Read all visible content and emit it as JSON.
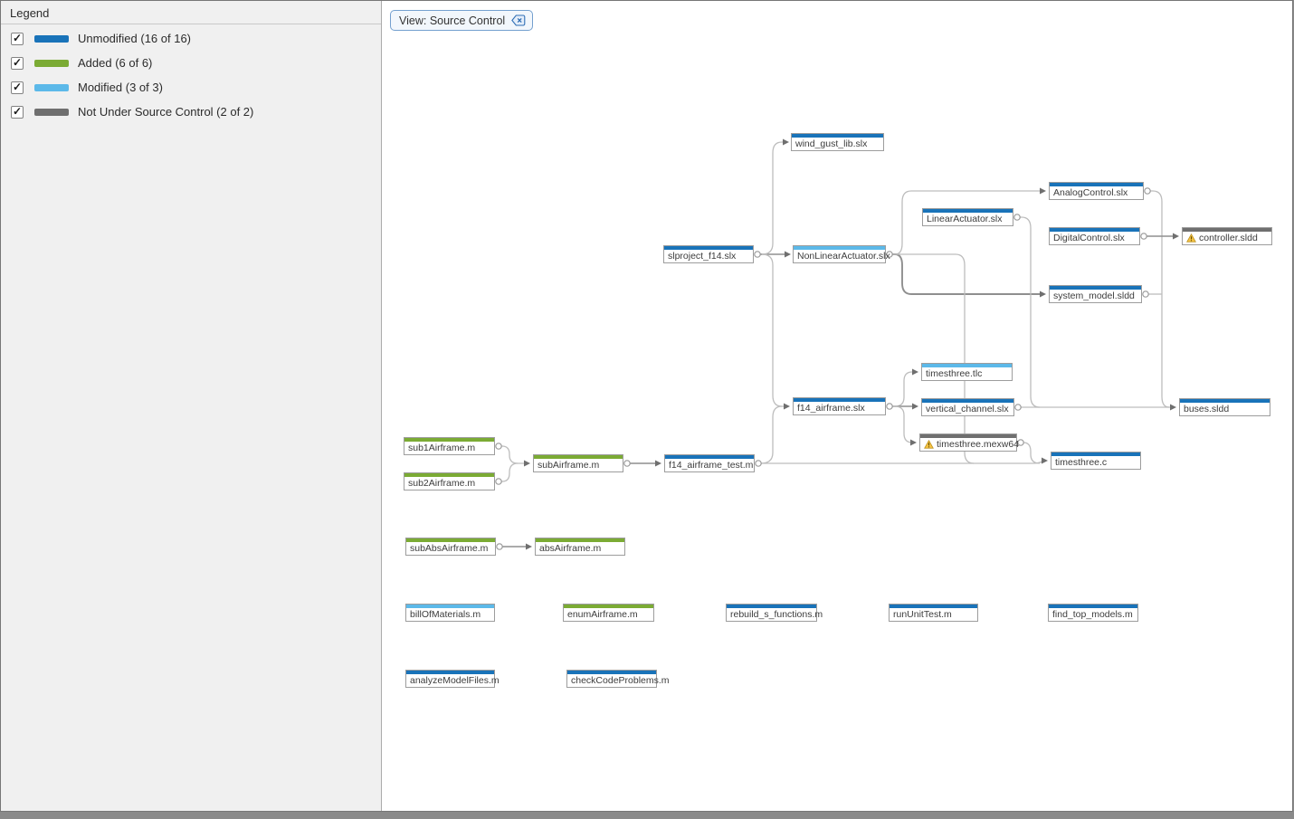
{
  "legend": {
    "title": "Legend",
    "items": [
      {
        "label": "Unmodified (16 of 16)",
        "status": "unmodified",
        "checked": true
      },
      {
        "label": "Added (6 of 6)",
        "status": "added",
        "checked": true
      },
      {
        "label": "Modified (3 of 3)",
        "status": "modified",
        "checked": true
      },
      {
        "label": "Not Under Source Control (2 of 2)",
        "status": "untracked",
        "checked": true
      }
    ]
  },
  "status_colors": {
    "unmodified": "#1973b9",
    "added": "#7bab34",
    "modified": "#5cb9e9",
    "untracked": "#6f6f6f"
  },
  "toolbar": {
    "view_chip_label": "View: Source Control",
    "close_icon": "backspace-x-icon"
  },
  "graph": {
    "nodes": [
      {
        "id": "wind_gust_lib",
        "label": "wind_gust_lib.slx",
        "status": "unmodified",
        "warning": false
      },
      {
        "id": "analog_control",
        "label": "AnalogControl.slx",
        "status": "unmodified",
        "warning": false
      },
      {
        "id": "linear_actuator",
        "label": "LinearActuator.slx",
        "status": "unmodified",
        "warning": false
      },
      {
        "id": "digital_control",
        "label": "DigitalControl.slx",
        "status": "unmodified",
        "warning": false
      },
      {
        "id": "controller_sldd",
        "label": "controller.sldd",
        "status": "untracked",
        "warning": true
      },
      {
        "id": "slproject_f14",
        "label": "slproject_f14.slx",
        "status": "unmodified",
        "warning": false
      },
      {
        "id": "nonlinear_actuator",
        "label": "NonLinearActuator.slx",
        "status": "modified",
        "warning": false
      },
      {
        "id": "system_model",
        "label": "system_model.sldd",
        "status": "unmodified",
        "warning": false
      },
      {
        "id": "timesthree_tlc",
        "label": "timesthree.tlc",
        "status": "modified",
        "warning": false
      },
      {
        "id": "f14_airframe",
        "label": "f14_airframe.slx",
        "status": "unmodified",
        "warning": false
      },
      {
        "id": "vertical_channel",
        "label": "vertical_channel.slx",
        "status": "unmodified",
        "warning": false
      },
      {
        "id": "buses_sldd",
        "label": "buses.sldd",
        "status": "unmodified",
        "warning": false
      },
      {
        "id": "timesthree_mexw64",
        "label": "timesthree.mexw64",
        "status": "untracked",
        "warning": true
      },
      {
        "id": "sub1_airframe",
        "label": "sub1Airframe.m",
        "status": "added",
        "warning": false
      },
      {
        "id": "sub2_airframe",
        "label": "sub2Airframe.m",
        "status": "added",
        "warning": false
      },
      {
        "id": "subairframe",
        "label": "subAirframe.m",
        "status": "added",
        "warning": false
      },
      {
        "id": "f14_airframe_test",
        "label": "f14_airframe_test.m",
        "status": "unmodified",
        "warning": false
      },
      {
        "id": "timesthree_c",
        "label": "timesthree.c",
        "status": "unmodified",
        "warning": false
      },
      {
        "id": "subabs_airframe",
        "label": "subAbsAirframe.m",
        "status": "added",
        "warning": false
      },
      {
        "id": "abs_airframe",
        "label": "absAirframe.m",
        "status": "added",
        "warning": false
      },
      {
        "id": "bill_of_materials",
        "label": "billOfMaterials.m",
        "status": "modified",
        "warning": false
      },
      {
        "id": "enum_airframe",
        "label": "enumAirframe.m",
        "status": "added",
        "warning": false
      },
      {
        "id": "rebuild_s_functions",
        "label": "rebuild_s_functions.m",
        "status": "unmodified",
        "warning": false
      },
      {
        "id": "run_unit_test",
        "label": "runUnitTest.m",
        "status": "unmodified",
        "warning": false
      },
      {
        "id": "find_top_models",
        "label": "find_top_models.m",
        "status": "unmodified",
        "warning": false
      },
      {
        "id": "analyze_model_files",
        "label": "analyzeModelFiles.m",
        "status": "unmodified",
        "warning": false
      },
      {
        "id": "check_code_problems",
        "label": "checkCodeProblems.m",
        "status": "unmodified",
        "warning": false
      }
    ],
    "edges": [
      {
        "from": "slproject_f14",
        "to": "wind_gust_lib"
      },
      {
        "from": "slproject_f14",
        "to": "nonlinear_actuator"
      },
      {
        "from": "slproject_f14",
        "to": "f14_airframe"
      },
      {
        "from": "nonlinear_actuator",
        "to": "analog_control"
      },
      {
        "from": "nonlinear_actuator",
        "to": "system_model"
      },
      {
        "from": "nonlinear_actuator",
        "to": "timesthree_c"
      },
      {
        "from": "linear_actuator",
        "to": "buses_sldd"
      },
      {
        "from": "analog_control",
        "to": "controller_sldd"
      },
      {
        "from": "digital_control",
        "to": "controller_sldd"
      },
      {
        "from": "system_model",
        "to": "buses_sldd"
      },
      {
        "from": "f14_airframe",
        "to": "timesthree_tlc"
      },
      {
        "from": "f14_airframe",
        "to": "vertical_channel"
      },
      {
        "from": "f14_airframe",
        "to": "timesthree_mexw64"
      },
      {
        "from": "vertical_channel",
        "to": "buses_sldd"
      },
      {
        "from": "timesthree_mexw64",
        "to": "timesthree_c"
      },
      {
        "from": "sub1_airframe",
        "to": "subairframe"
      },
      {
        "from": "sub2_airframe",
        "to": "subairframe"
      },
      {
        "from": "subairframe",
        "to": "f14_airframe_test"
      },
      {
        "from": "f14_airframe_test",
        "to": "f14_airframe"
      },
      {
        "from": "f14_airframe_test",
        "to": "timesthree_c"
      },
      {
        "from": "subabs_airframe",
        "to": "abs_airframe"
      }
    ]
  }
}
